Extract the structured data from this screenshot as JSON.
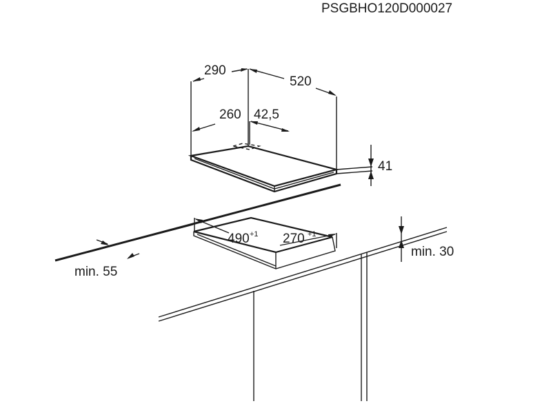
{
  "document_code": "PSGBHO120D000027",
  "dimensions": {
    "hob_depth": "290",
    "hob_width": "520",
    "gas_inlet_offset_a": "260",
    "gas_inlet_offset_b": "42,5",
    "hob_height": "41",
    "cutout_width": "490",
    "cutout_width_tol": "+1",
    "cutout_depth": "270",
    "cutout_depth_tol": "+1",
    "min_front_distance": "min. 55",
    "min_below_distance": "min. 30"
  }
}
